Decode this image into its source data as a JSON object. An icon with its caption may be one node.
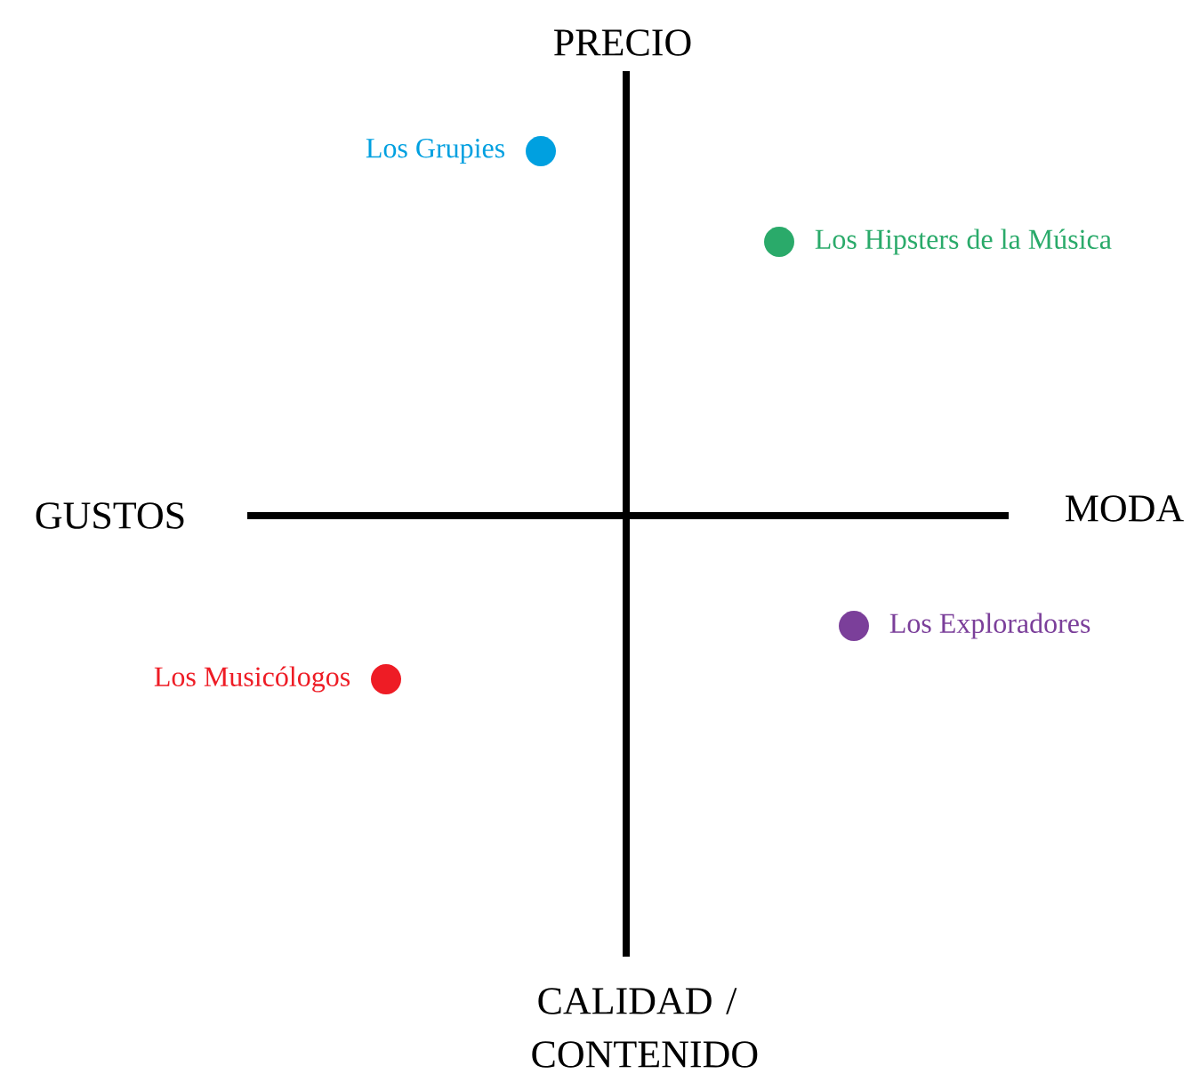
{
  "diagram": {
    "nodes": [
      {
        "text": [],
        "shape": "circle",
        "beside": [
          "Los Grupies"
        ]
      },
      {
        "text": [],
        "shape": "circle",
        "beside": [
          "Los Hipsters de la Música"
        ]
      },
      {
        "text": [],
        "shape": "circle",
        "beside": [
          "Los Exploradores"
        ]
      },
      {
        "text": [],
        "shape": "circle",
        "beside": [
          "Los Musicólogos"
        ]
      }
    ],
    "edges": [],
    "labels": [
      "PRECIO",
      "GUSTOS",
      "MODA",
      "CALIDAD / CONTENIDO"
    ]
  }
}
